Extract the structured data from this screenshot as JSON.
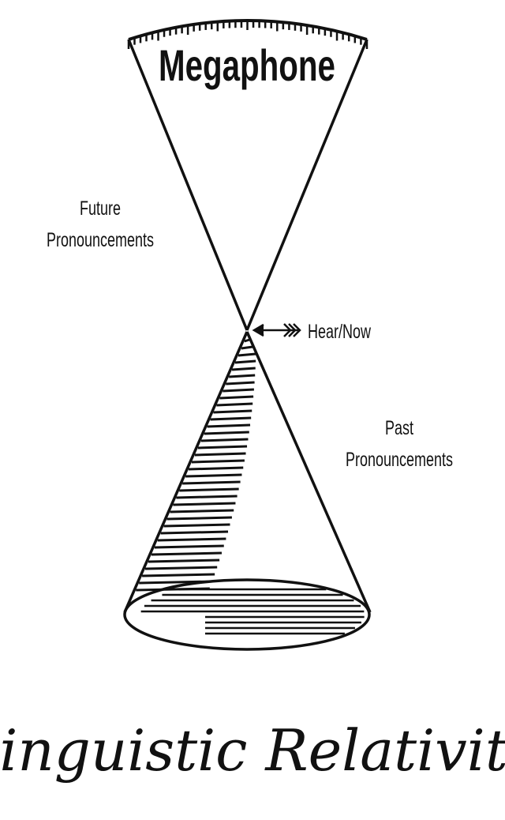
{
  "title": "Megaphone",
  "labels": {
    "future_line1": "Future",
    "future_line2": "Pronouncements",
    "now": "Hear/Now",
    "past_line1": "Past",
    "past_line2": "Pronouncements"
  },
  "caption": "Linguistic Relativity",
  "colors": {
    "ink": "#111111",
    "background": "#ffffff"
  }
}
